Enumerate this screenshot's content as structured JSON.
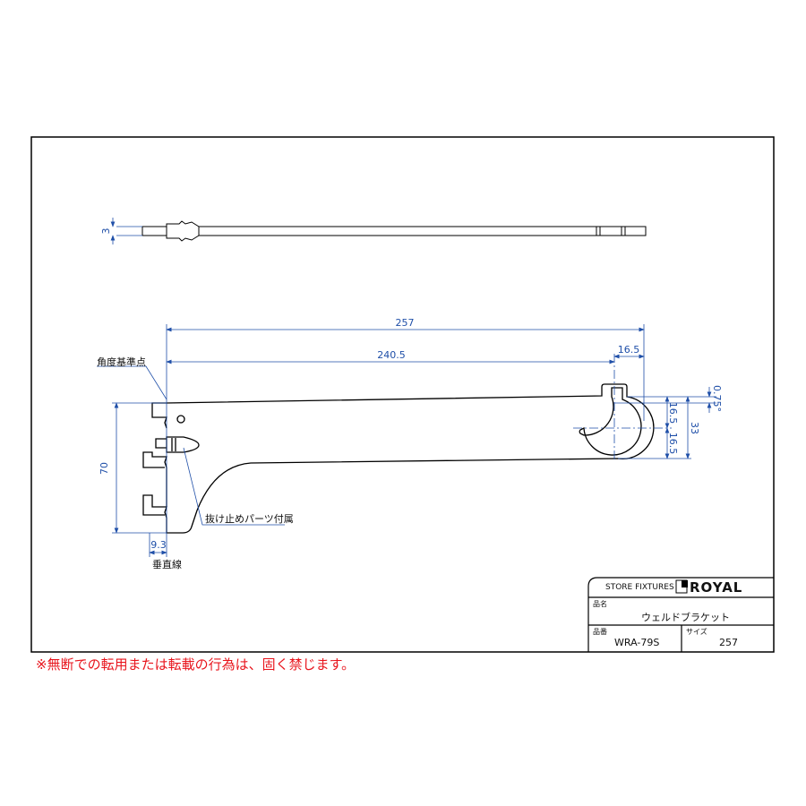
{
  "drawing": {
    "dimensions": {
      "thickness": "3",
      "overall_length": "257",
      "length_to_center": "240.5",
      "tube_radius_h": "16.5",
      "tube_radius_upper": "16.5",
      "tube_radius_lower": "16.5",
      "tube_height": "33",
      "angle": "0.75°",
      "height": "70",
      "offset": "9.3"
    },
    "annotations": {
      "angle_reference": "角度基準点",
      "stopper_part": "抜け止めパーツ付属",
      "vertical_line": "垂直線"
    }
  },
  "title_block": {
    "category": "STORE FIXTURES",
    "brand": "ROYAL",
    "name_label": "品名",
    "name_value": "ウェルドブラケット",
    "number_label": "品番",
    "number_value": "WRA-79S",
    "size_label": "サイズ",
    "size_value": "257"
  },
  "footer": "※無断での転用または転載の行為は、固く禁じます。",
  "colors": {
    "dimension": "#1f4fa8",
    "footer": "#e8141c"
  }
}
